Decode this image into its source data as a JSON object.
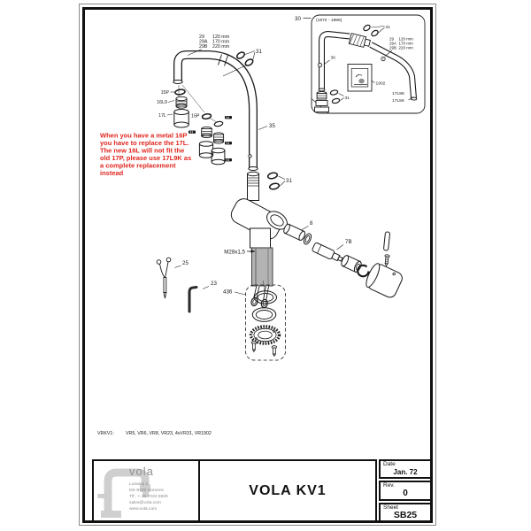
{
  "colors": {
    "warning_red": "#e0261e",
    "shaft_grey": "#b3b3b3",
    "watermark_grey": "#cfcfcf",
    "line": "#1a1a1a"
  },
  "main": {
    "spout_lengths": [
      {
        "code": "29",
        "len": "120 mm"
      },
      {
        "code": "29A",
        "len": "170 mm"
      },
      {
        "code": "29B",
        "len": "220 mm"
      }
    ],
    "labels": {
      "oring_top": "31",
      "p15_left": "15P",
      "insert": "16L9",
      "housing": "17L",
      "p15_mid": "15P",
      "tube": "35",
      "oring_valve": "31",
      "bushing": "8",
      "cartridge": "7B",
      "thread": "M28x1,5",
      "tool": "25",
      "hex_key": "23",
      "kit": "436"
    },
    "warning": [
      "When you have a metal 16P",
      "you have to replace the 17L.",
      "The new 16L will not fit the",
      "old 17P, please use 17L9K as",
      "a complete replacement",
      "instead"
    ],
    "spares_label": "VRKV1:",
    "spares_value": "VR5, VR6, VR8, VR23, 4xVR31, VR1902"
  },
  "inset": {
    "ref": "30",
    "era": "(1972 - 1996)",
    "labels": {
      "oring_top": "31",
      "tube": "36",
      "wallbox": "1902",
      "oring_bottom": "31",
      "aerator_new": "17L9K",
      "aerator_old": "17L5K"
    },
    "spout_lengths": [
      {
        "code": "29",
        "len": "120 mm"
      },
      {
        "code": "29A",
        "len": "170 mm"
      },
      {
        "code": "29B",
        "len": "220 mm"
      }
    ]
  },
  "titleblock": {
    "logo": "vola",
    "address": [
      "Lunavej 2",
      "DK-8700 Horsens",
      "Tlf : + 45 7023 5500",
      "sales@vola.com",
      "www.vola.com"
    ],
    "title": "VOLA KV1",
    "date_label": "Date",
    "date_value": "Jan. 72",
    "rev_label": "Rev.",
    "rev_value": "0",
    "sheet_label": "Sheet",
    "sheet_value": "SB25"
  }
}
